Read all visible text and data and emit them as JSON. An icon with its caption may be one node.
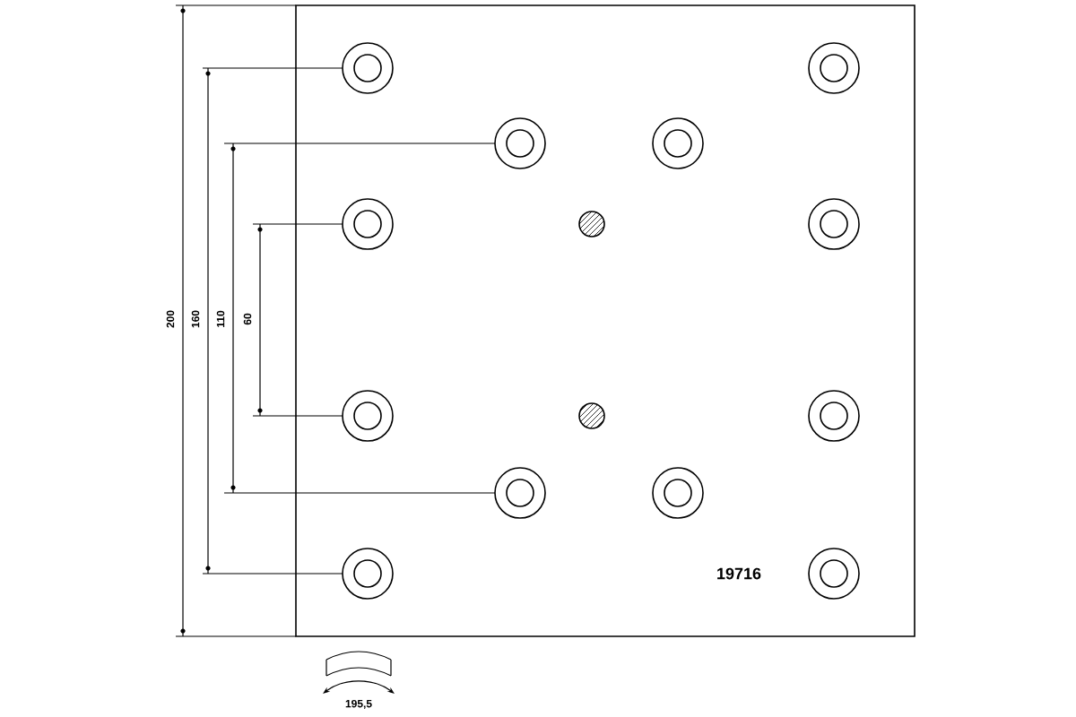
{
  "diagram": {
    "labels": [
      "200",
      "160",
      "110",
      "60",
      "19716",
      "195,5"
    ]
  }
}
